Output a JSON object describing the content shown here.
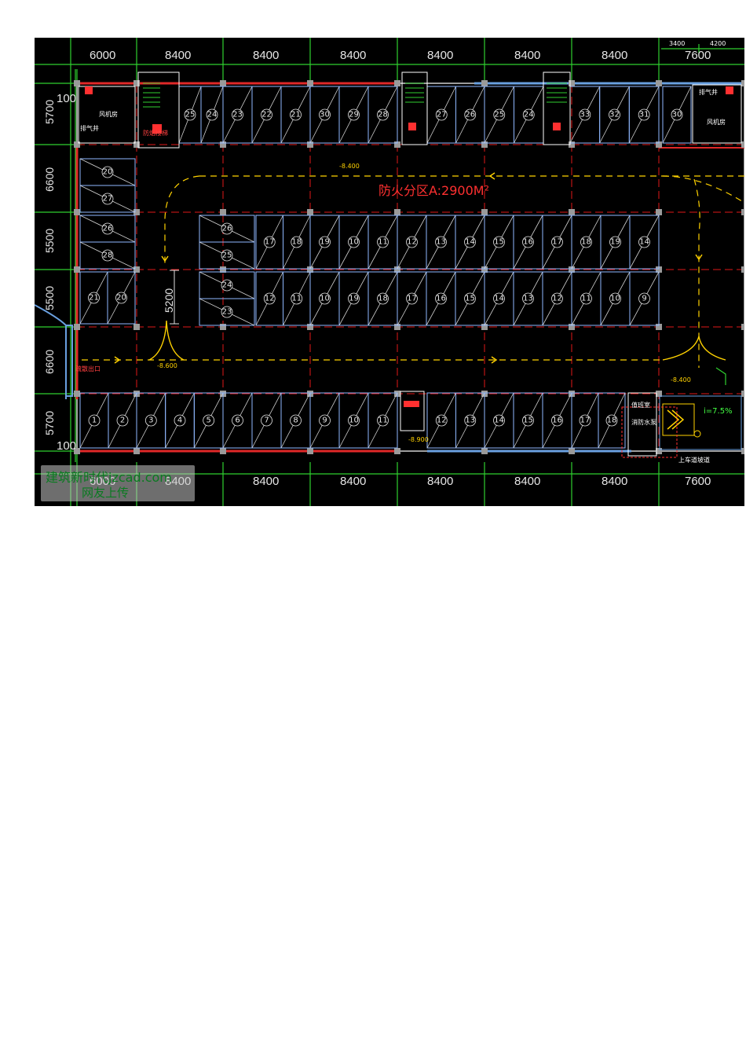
{
  "plan": {
    "top_dims": [
      "6000",
      "8400",
      "8400",
      "8400",
      "8400",
      "8400",
      "8400",
      "7600"
    ],
    "top_sub_dims": [
      "3400",
      "4200"
    ],
    "bottom_dims": [
      "6000",
      "8400",
      "8400",
      "8400",
      "8400",
      "8400",
      "8400",
      "7600"
    ],
    "left_dims": [
      "5700",
      "6600",
      "5500",
      "5500",
      "6600",
      "5700"
    ],
    "dim_100_top": "100",
    "dim_100_bottom": "100",
    "dim_5200": "5200",
    "zone_label": "防火分区A:2900M²",
    "slope_label": "i=7.5%",
    "ramp_label": "上车道坡道",
    "label_fan": "风机房",
    "label_fan_right": "风机房",
    "label_exhaust_left": "排气井",
    "label_exhaust_right": "排气井",
    "label_fire_stair": "防烟楼梯",
    "label_fire_exit": "疏散出口",
    "label_duty": "值班室",
    "label_pump": "消防水泵",
    "label_elev": "-8.400",
    "level_values": [
      "-8.400",
      "-8.600",
      "-8.400",
      "-8.900"
    ],
    "stall_rows": {
      "row_top": [
        "25",
        "24",
        "23",
        "22",
        "21",
        "30",
        "29",
        "28",
        "27",
        "26",
        "25",
        "24",
        "33",
        "32",
        "31",
        "30"
      ],
      "left_block": [
        "20",
        "27",
        "26",
        "28",
        "21",
        "20"
      ],
      "row_mid1_a": [
        "26",
        "25"
      ],
      "row_mid1": [
        "17",
        "18",
        "19",
        "10",
        "11",
        "12",
        "13",
        "14",
        "15",
        "16",
        "17",
        "18",
        "19",
        "14"
      ],
      "row_mid2_a": [
        "24",
        "23"
      ],
      "row_mid2": [
        "12",
        "11",
        "10",
        "19",
        "18",
        "17",
        "16",
        "15",
        "14",
        "13",
        "12",
        "11",
        "10",
        "9"
      ],
      "row_bottom": [
        "1",
        "2",
        "3",
        "4",
        "5",
        "6",
        "7",
        "8",
        "9",
        "10",
        "11",
        "12",
        "13",
        "14",
        "15",
        "16",
        "17",
        "18"
      ]
    }
  },
  "watermark": {
    "line1": "建筑新时代jzcad.com",
    "line2": "网友上传"
  }
}
